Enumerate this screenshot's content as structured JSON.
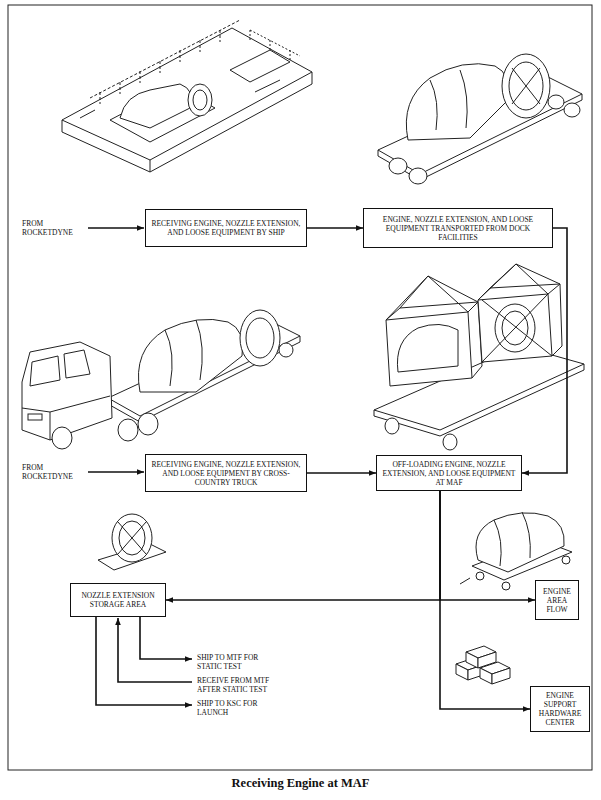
{
  "diagram": {
    "caption": "Receiving Engine at MAF",
    "nodes": [
      {
        "text": [
          "RECEIVING ENGINE, NOZZLE EXTENSION, AND LOOSE EQUIPMENT BY SHIP"
        ]
      },
      {
        "text": [
          "ENGINE, NOZZLE EXTENSION, AND LOOSE EQUIPMENT TRANSPORTED FROM DOCK FACILITIES"
        ]
      },
      {
        "text": [
          "RECEIVING ENGINE, NOZZLE EXTENSION, AND LOOSE EQUIPMENT BY CROSS-COUNTRY TRUCK"
        ]
      },
      {
        "text": [
          "OFF-LOADING ENGINE, NOZZLE EXTENSION, AND LOOSE EQUIPMENT AT MAF"
        ]
      },
      {
        "text": [
          "NOZZLE EXTENSION STORAGE AREA"
        ]
      },
      {
        "text": [
          "ENGINE AREA FLOW"
        ]
      },
      {
        "text": [
          "ENGINE SUPPORT HARDWARE CENTER"
        ]
      }
    ],
    "edges": [
      {
        "from": 0,
        "to": 1,
        "arrow": "to"
      },
      {
        "from": 1,
        "to": 3,
        "arrow": "to"
      },
      {
        "from": 2,
        "to": 3,
        "arrow": "to"
      },
      {
        "from": 3,
        "to": 4,
        "arrow": "to"
      },
      {
        "from": 3,
        "to": 5,
        "arrow": "to"
      },
      {
        "from": 3,
        "to": 6,
        "arrow": "to"
      }
    ],
    "labels": [
      "FROM ROCKETDYNE",
      "FROM ROCKETDYNE",
      "SHIP TO MTF FOR STATIC TEST",
      "RECEIVE FROM MTF AFTER STATIC TEST",
      "SHIP TO KSC FOR LAUNCH"
    ]
  }
}
